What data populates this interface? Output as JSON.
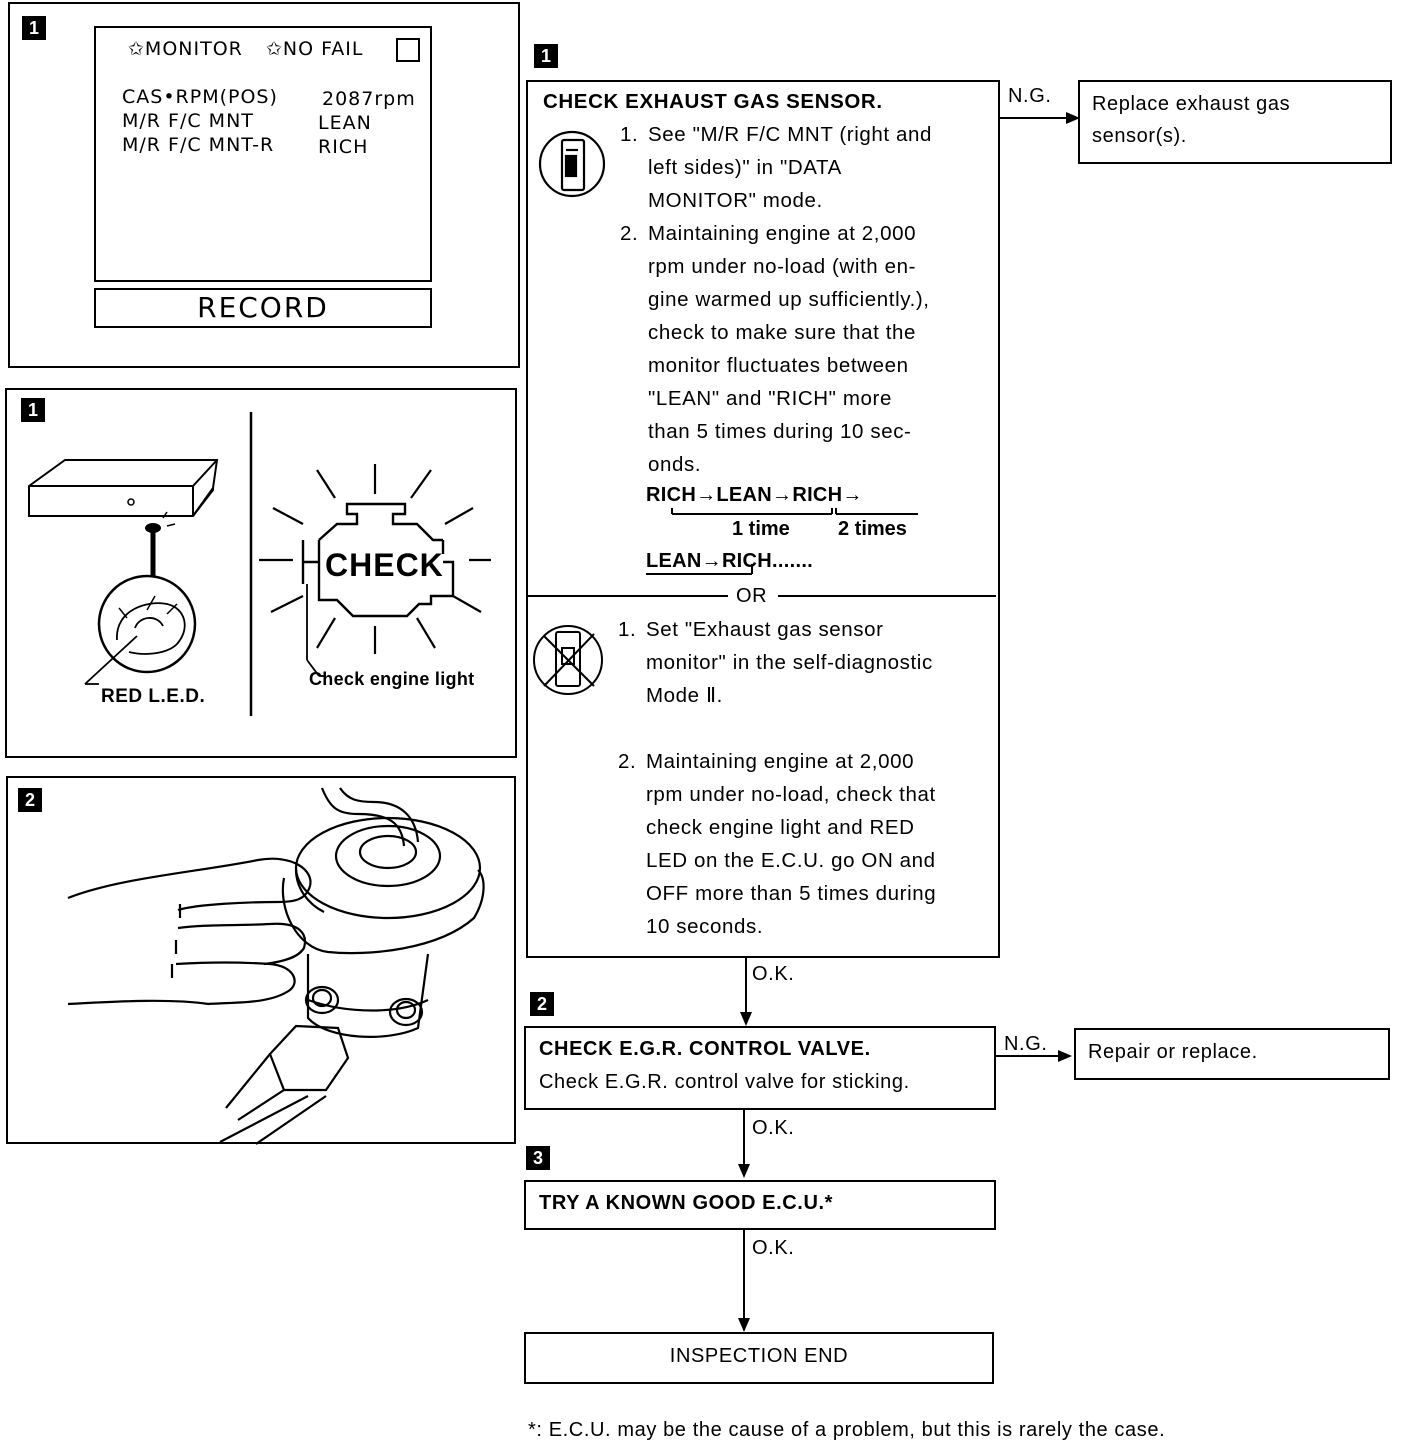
{
  "monitor_panel": {
    "badge": "1",
    "monitor_label": "✩MONITOR",
    "nofail_label": "✩NO FAIL",
    "rows": [
      {
        "name": "CAS•RPM(POS)",
        "value": "2087rpm"
      },
      {
        "name": "M/R F/C MNT",
        "value": "LEAN"
      },
      {
        "name": "M/R F/C MNT-R",
        "value": "RICH"
      }
    ],
    "record_label": "RECORD"
  },
  "led_panel": {
    "badge": "1",
    "led_label": "RED L.E.D.",
    "check_text": "CHECK",
    "check_caption": "Check engine light"
  },
  "egr_panel": {
    "badge": "2"
  },
  "flow": {
    "step1": {
      "badge": "1",
      "title": "CHECK EXHAUST GAS SENSOR.",
      "a_items": [
        {
          "num": "1.",
          "lines": [
            "See \"M/R F/C MNT (right and",
            "left sides)\" in \"DATA",
            "MONITOR\" mode."
          ]
        },
        {
          "num": "2.",
          "lines": [
            "Maintaining engine at 2,000",
            "rpm under no-load (with en-",
            "gine warmed up sufficiently.),",
            "check to make sure that the",
            "monitor fluctuates between",
            "\"LEAN\" and \"RICH\" more",
            "than 5 times during 10 sec-",
            "onds."
          ]
        }
      ],
      "seq_line1": "RICH→LEAN→RICH→",
      "seq_1time": "1 time",
      "seq_2times": "2 times",
      "seq_line2": "LEAN→RICH.......",
      "or_label": "OR",
      "b_items": [
        {
          "num": "1.",
          "lines": [
            "Set \"Exhaust gas sensor",
            "monitor\" in the self-diagnostic",
            "Mode Ⅱ."
          ]
        },
        {
          "num": "2.",
          "lines": [
            "Maintaining engine at 2,000",
            "rpm under no-load, check that",
            "check engine light and RED",
            "LED on the E.C.U. go ON and",
            "OFF more than 5 times during",
            "10 seconds."
          ]
        }
      ],
      "ng_label": "N.G.",
      "ng_action": [
        "Replace exhaust gas",
        "sensor(s)."
      ],
      "ok_label": "O.K."
    },
    "step2": {
      "badge": "2",
      "title": "CHECK E.G.R. CONTROL VALVE.",
      "text": "Check E.G.R. control valve for sticking.",
      "ng_label": "N.G.",
      "ng_action": "Repair or replace.",
      "ok_label": "O.K."
    },
    "step3": {
      "badge": "3",
      "title": "TRY A KNOWN GOOD E.C.U.*",
      "ok_label": "O.K."
    },
    "end_label": "INSPECTION END"
  },
  "footnote": "*: E.C.U. may be the cause of a problem, but this is rarely the case."
}
